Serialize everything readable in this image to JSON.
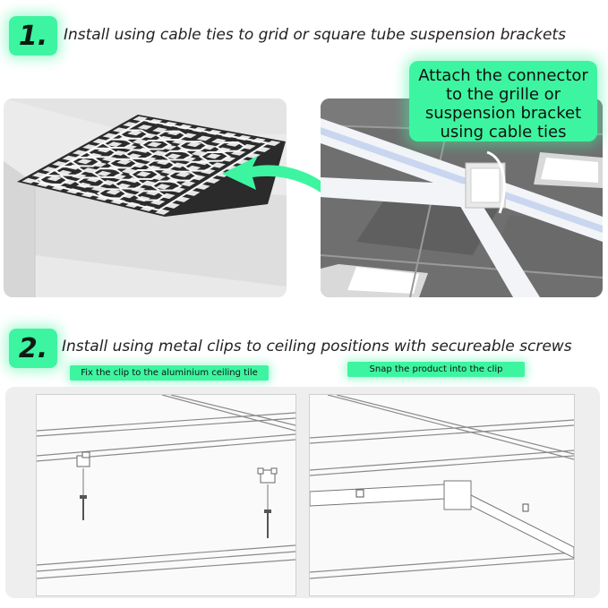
{
  "step1": {
    "number": "1.",
    "text": "Install using cable ties to grid or square tube suspension brackets",
    "callout_line1": "Attach the connector",
    "callout_line2": "to the grille or",
    "callout_line3": "suspension bracket",
    "callout_line4": "using cable ties"
  },
  "step2": {
    "number": "2.",
    "text": "Install using metal clips to ceiling positions with secureable screws",
    "label_left": "Fix the clip to the aluminium ceiling tile",
    "label_right": "Snap the product into the clip"
  },
  "colors": {
    "accent": "#3df5a0",
    "panel_bg": "#eeeeee",
    "grid_dark": "#2b2b2b",
    "led_white": "#f7f8fa"
  },
  "icons": [
    "green-arrow-icon",
    "cable-tie-icon",
    "clip-icon",
    "screw-icon"
  ]
}
